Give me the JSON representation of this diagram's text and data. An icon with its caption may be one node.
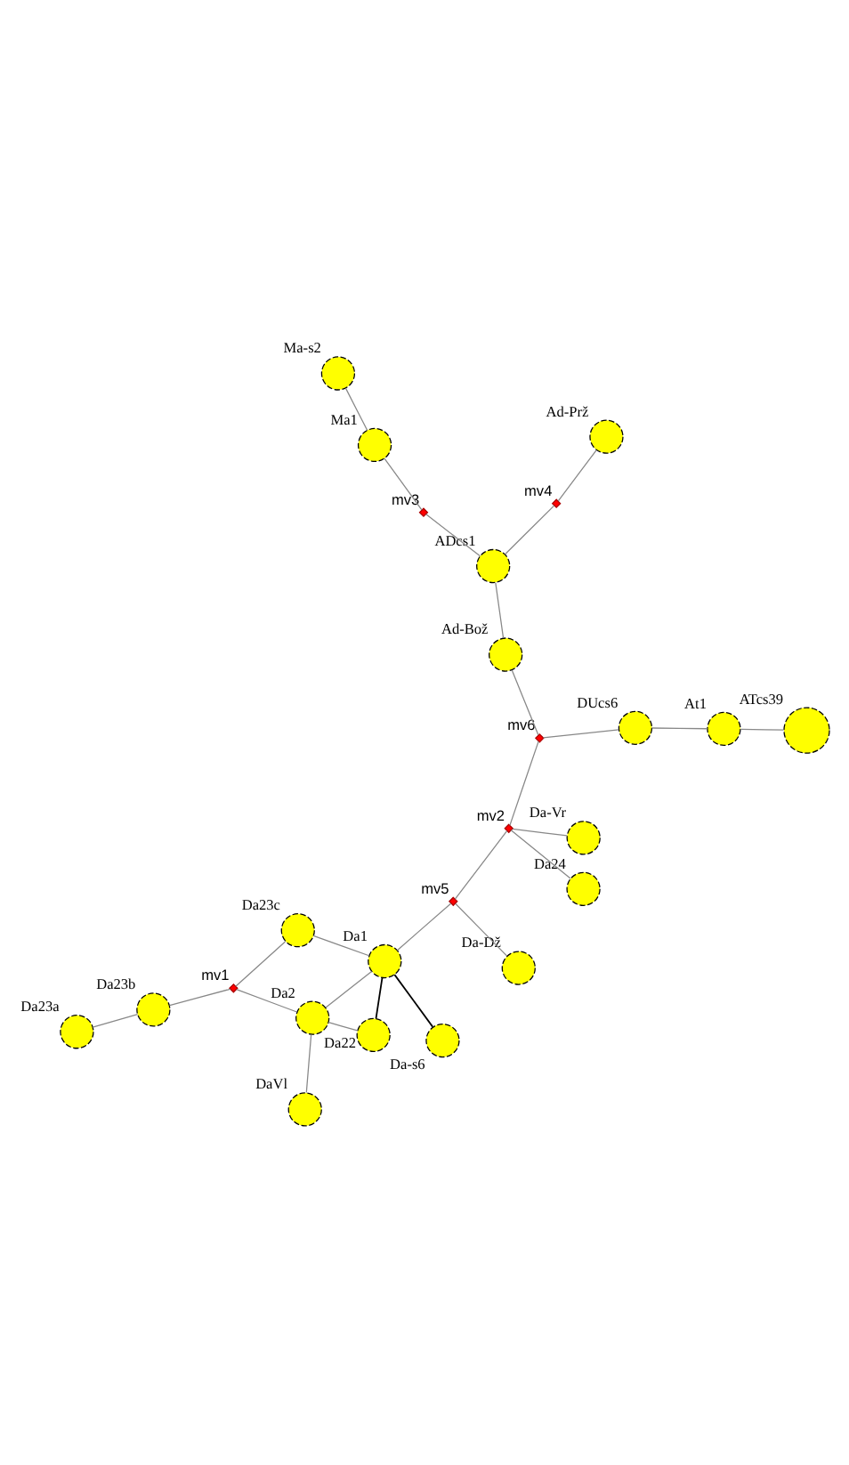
{
  "diagram": {
    "nodes": [
      {
        "text": [],
        "shape": "circle",
        "beside": [
          "DaVl"
        ]
      },
      {
        "text": [],
        "shape": "circle",
        "beside": [
          "Da23a"
        ]
      },
      {
        "text": [],
        "shape": "circle",
        "beside": [
          "Da2"
        ]
      },
      {
        "text": [],
        "shape": "circle",
        "beside": [
          "Da23b"
        ]
      },
      {
        "text": [],
        "shape": "circle",
        "beside": [
          "Da22"
        ]
      },
      {
        "text": [],
        "shape": "diamond",
        "beside": [
          "mv1"
        ]
      },
      {
        "text": [],
        "shape": "circle",
        "beside": [
          "Da1"
        ]
      },
      {
        "text": [],
        "shape": "circle",
        "beside": [
          "Da-s6"
        ]
      },
      {
        "text": [],
        "shape": "circle",
        "beside": [
          "Da23c"
        ]
      },
      {
        "text": [],
        "shape": "circle",
        "beside": [
          "Da-Dž"
        ]
      },
      {
        "text": [],
        "shape": "circle",
        "beside": [
          "Da24"
        ]
      },
      {
        "text": [],
        "shape": "diamond",
        "beside": [
          "mv5"
        ]
      },
      {
        "text": [],
        "shape": "circle",
        "beside": [
          "Da-Vr"
        ]
      },
      {
        "text": [],
        "shape": "diamond",
        "beside": [
          "mv2"
        ]
      },
      {
        "text": [],
        "shape": "diamond",
        "beside": [
          "mv6"
        ]
      },
      {
        "text": [],
        "shape": "circle",
        "beside": [
          "DUcs6"
        ]
      },
      {
        "text": [],
        "shape": "circle",
        "beside": [
          "At1"
        ]
      },
      {
        "text": [],
        "shape": "circle",
        "beside": [
          "Ad-Bož"
        ]
      },
      {
        "text": [],
        "shape": "circle",
        "beside": [
          "ATcs39"
        ]
      },
      {
        "text": [],
        "shape": "circle",
        "beside": [
          "ADcs1"
        ]
      },
      {
        "text": [],
        "shape": "diamond",
        "beside": [
          "mv4"
        ]
      },
      {
        "text": [],
        "shape": "diamond",
        "beside": [
          "mv3"
        ]
      },
      {
        "text": [],
        "shape": "circle",
        "beside": [
          "Ad-Prž"
        ]
      },
      {
        "text": [],
        "shape": "circle",
        "beside": [
          "Ma1"
        ]
      },
      {
        "text": [],
        "shape": "circle",
        "beside": [
          "Ma-s2"
        ]
      }
    ],
    "edges": [
      {
        "from": 0,
        "to": 2,
        "arrow": "none"
      },
      {
        "from": 1,
        "to": 3,
        "arrow": "none"
      },
      {
        "from": 3,
        "to": 5,
        "arrow": "none"
      },
      {
        "from": 5,
        "to": 2,
        "arrow": "none"
      },
      {
        "from": 5,
        "to": 8,
        "arrow": "none"
      },
      {
        "from": 2,
        "to": 4,
        "arrow": "none"
      },
      {
        "from": 2,
        "to": 6,
        "arrow": "none"
      },
      {
        "from": 4,
        "to": 6,
        "arrow": "none",
        "color": "#000000"
      },
      {
        "from": 6,
        "to": 7,
        "arrow": "none",
        "color": "#000000"
      },
      {
        "from": 8,
        "to": 6,
        "arrow": "none"
      },
      {
        "from": 6,
        "to": 11,
        "arrow": "none"
      },
      {
        "from": 9,
        "to": 11,
        "arrow": "none"
      },
      {
        "from": 11,
        "to": 13,
        "arrow": "none"
      },
      {
        "from": 10,
        "to": 13,
        "arrow": "none"
      },
      {
        "from": 12,
        "to": 13,
        "arrow": "none"
      },
      {
        "from": 13,
        "to": 14,
        "arrow": "none"
      },
      {
        "from": 14,
        "to": 15,
        "arrow": "none"
      },
      {
        "from": 15,
        "to": 16,
        "arrow": "none"
      },
      {
        "from": 16,
        "to": 18,
        "arrow": "none"
      },
      {
        "from": 14,
        "to": 17,
        "arrow": "none"
      },
      {
        "from": 17,
        "to": 19,
        "arrow": "none"
      },
      {
        "from": 19,
        "to": 20,
        "arrow": "none"
      },
      {
        "from": 19,
        "to": 21,
        "arrow": "none"
      },
      {
        "from": 20,
        "to": 22,
        "arrow": "none"
      },
      {
        "from": 21,
        "to": 23,
        "arrow": "none"
      },
      {
        "from": 23,
        "to": 24,
        "arrow": "none"
      }
    ]
  }
}
